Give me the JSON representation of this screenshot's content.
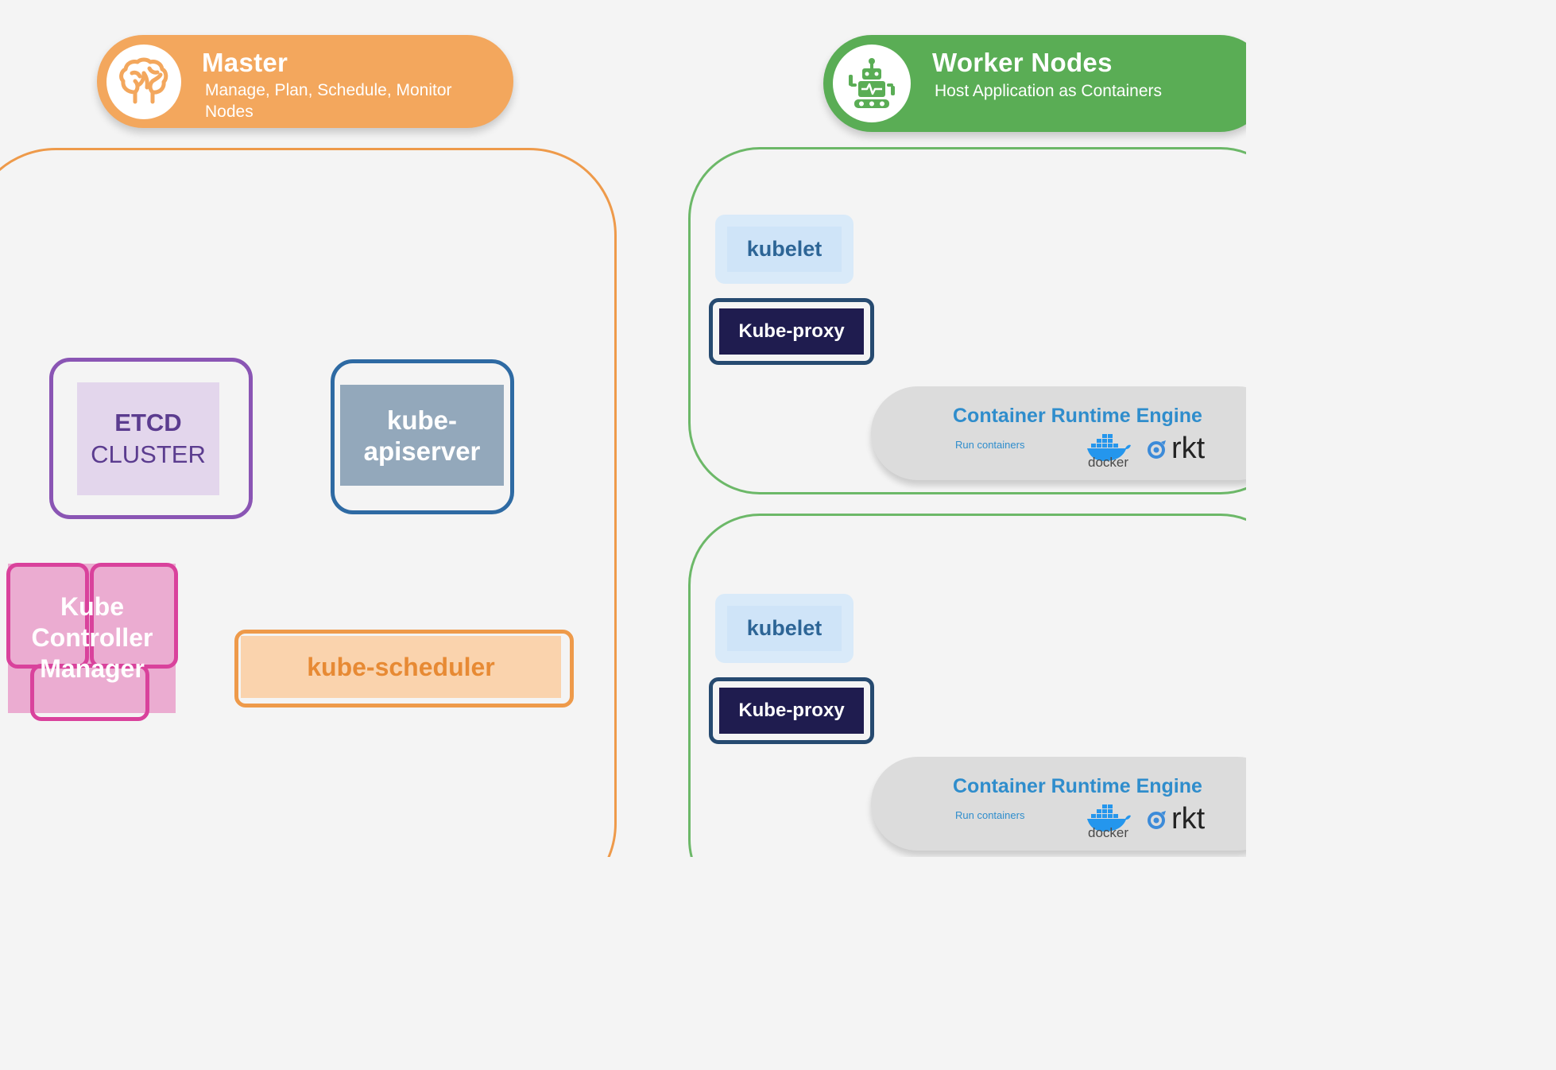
{
  "colors": {
    "background": "#f4f4f4",
    "master_orange": "#f3a75d",
    "master_border": "#ee9a4a",
    "worker_green": "#5aad55",
    "worker_border": "#6cb868",
    "etcd_border": "#8a55b4",
    "etcd_fill": "#e3d6ec",
    "etcd_text": "#5b3c8f",
    "api_border": "#2e6aa3",
    "api_fill": "#93a8bb",
    "kcm_border": "#d9429c",
    "kcm_fill": "#ebacd1",
    "sched_border": "#ee9a4a",
    "sched_fill": "#fad3ad",
    "sched_text": "#e78a34",
    "kubelet_outer": "#d9eaf9",
    "kubelet_inner": "#cfe4f8",
    "kubelet_text": "#2d6596",
    "proxy_border": "#264a70",
    "proxy_fill": "#1f1c4f",
    "cre_fill": "#dcdcdc",
    "cre_title": "#2f8dcc",
    "cre_sub": "#2f8dcc",
    "docker_blue": "#2496ed",
    "rkt_blue": "#3c8bd9"
  },
  "master": {
    "icon": "brain-icon",
    "title": "Master",
    "subtitle": "Manage, Plan, Schedule, Monitor Nodes"
  },
  "worker": {
    "icon": "robot-icon",
    "title": "Worker Nodes",
    "subtitle": "Host Application as Containers"
  },
  "components": {
    "etcd_line1": "ETCD",
    "etcd_line2": "CLUSTER",
    "apiserver": "kube-\napiserver",
    "controller_manager": "Kube\nController\nManager",
    "scheduler": "kube-scheduler"
  },
  "worker_nodes": [
    {
      "kubelet": "kubelet",
      "kube_proxy": "Kube-proxy",
      "runtime_title": "Container Runtime Engine",
      "runtime_subtitle": "Run containers",
      "docker_label": "docker",
      "rkt_label": "rkt"
    },
    {
      "kubelet": "kubelet",
      "kube_proxy": "Kube-proxy",
      "runtime_title": "Container Runtime Engine",
      "runtime_subtitle": "Run containers",
      "docker_label": "docker",
      "rkt_label": "rkt"
    }
  ]
}
